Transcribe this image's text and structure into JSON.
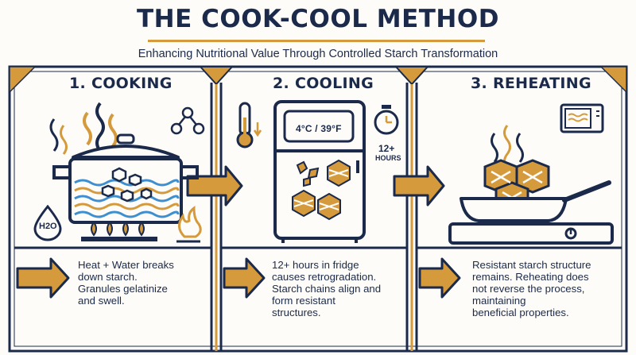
{
  "header": {
    "title": "THE COOK-COOL METHOD",
    "subtitle": "Enhancing Nutritional Value Through Controlled Starch Transformation"
  },
  "panels": [
    {
      "title": "1. COOKING",
      "description_lines": [
        "Heat + Water breaks",
        "down starch.",
        "Granules gelatinize",
        "and swell."
      ],
      "icon_label": "H2O"
    },
    {
      "title": "2. COOLING",
      "fridge_display": "4°C / 39°F",
      "timer_value": "12+",
      "timer_unit": "HOURS",
      "description_lines": [
        "12+ hours in fridge",
        "causes retrogradation.",
        "Starch chains align and",
        "form resistant",
        "structures."
      ]
    },
    {
      "title": "3. REHEATING",
      "description_lines": [
        "Resistant starch structure",
        "remains. Reheating does",
        "not reverse the process,",
        "maintaining",
        "beneficial properties."
      ]
    }
  ],
  "colors": {
    "navy": "#1b2a4a",
    "gold": "#d59a3c",
    "blue": "#3d8fd0",
    "background": "#fdfcf9"
  }
}
